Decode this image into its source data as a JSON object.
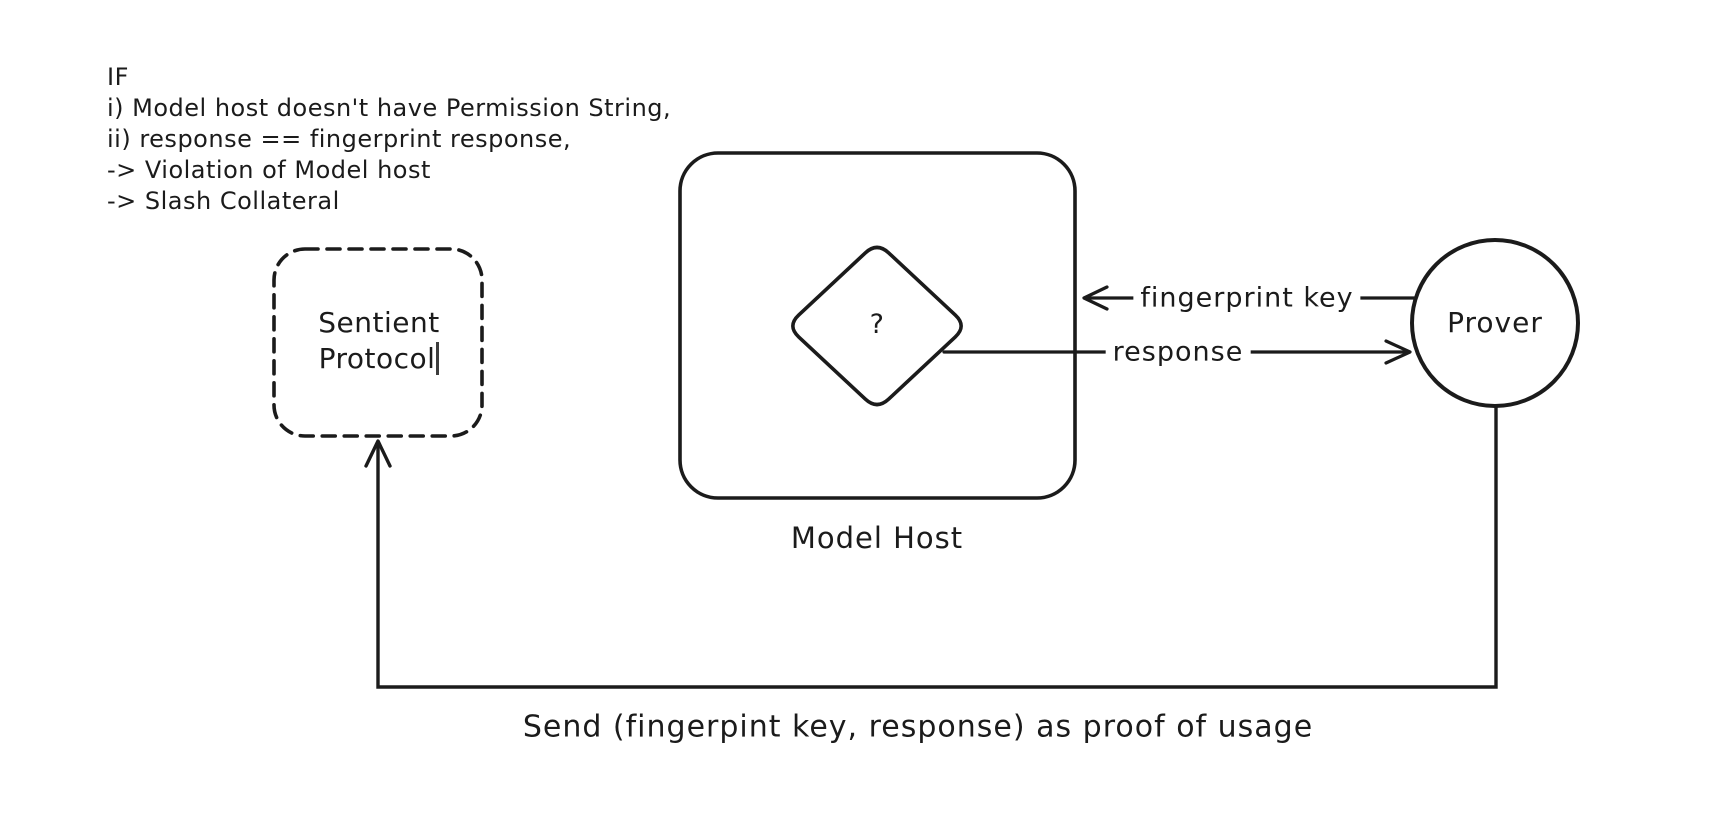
{
  "canvas": {
    "background": "#ffffff",
    "stroke_color": "#1b1b1b"
  },
  "note": {
    "lines": [
      "IF",
      "i) Model host doesn't have Permission String,",
      "ii) response == fingerprint response,",
      "-> Violation of Model host",
      "-> Slash Collateral"
    ]
  },
  "sentient_box": {
    "label": "Sentient Protocol",
    "border_style": "dashed"
  },
  "model_host_box": {
    "label": "Model Host"
  },
  "decision_diamond": {
    "label": "?"
  },
  "prover_circle": {
    "label": "Prover"
  },
  "arrows": {
    "fingerprint_key": {
      "label": "fingerprint key",
      "from": "Prover",
      "to": "Model Host"
    },
    "response": {
      "label": "response",
      "from": "decision diamond",
      "to": "Prover"
    },
    "proof_of_usage": {
      "label": "Send (fingerpint key, response) as proof of usage",
      "from": "Prover",
      "to": "Sentient Protocol"
    }
  }
}
